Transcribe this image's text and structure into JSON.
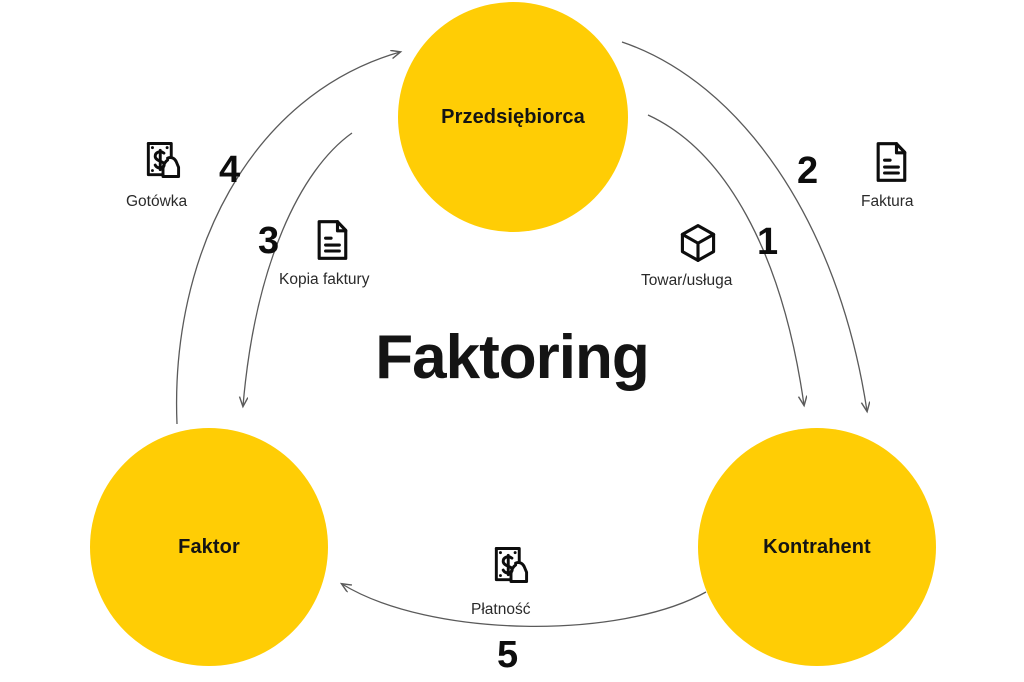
{
  "diagram": {
    "title": "Faktoring",
    "accent_color": "#ffcd05",
    "ink_color": "#141414",
    "arrow_color": "#5a5a5a",
    "background": "#ffffff"
  },
  "nodes": [
    {
      "id": "przedsiebiorca",
      "label": "Przedsiębiorca"
    },
    {
      "id": "faktor",
      "label": "Faktor"
    },
    {
      "id": "kontrahent",
      "label": "Kontrahent"
    }
  ],
  "steps": [
    {
      "number": "1",
      "label": "Towar/usługa",
      "icon": "box-icon",
      "from": "przedsiebiorca",
      "to": "kontrahent"
    },
    {
      "number": "2",
      "label": "Faktura",
      "icon": "document-icon",
      "from": "przedsiebiorca",
      "to": "kontrahent"
    },
    {
      "number": "3",
      "label": "Kopia faktury",
      "icon": "document-icon",
      "from": "przedsiebiorca",
      "to": "faktor"
    },
    {
      "number": "4",
      "label": "Gotówka",
      "icon": "cash-hand-icon",
      "from": "faktor",
      "to": "przedsiebiorca"
    },
    {
      "number": "5",
      "label": "Płatność",
      "icon": "cash-hand-icon",
      "from": "kontrahent",
      "to": "faktor"
    }
  ]
}
